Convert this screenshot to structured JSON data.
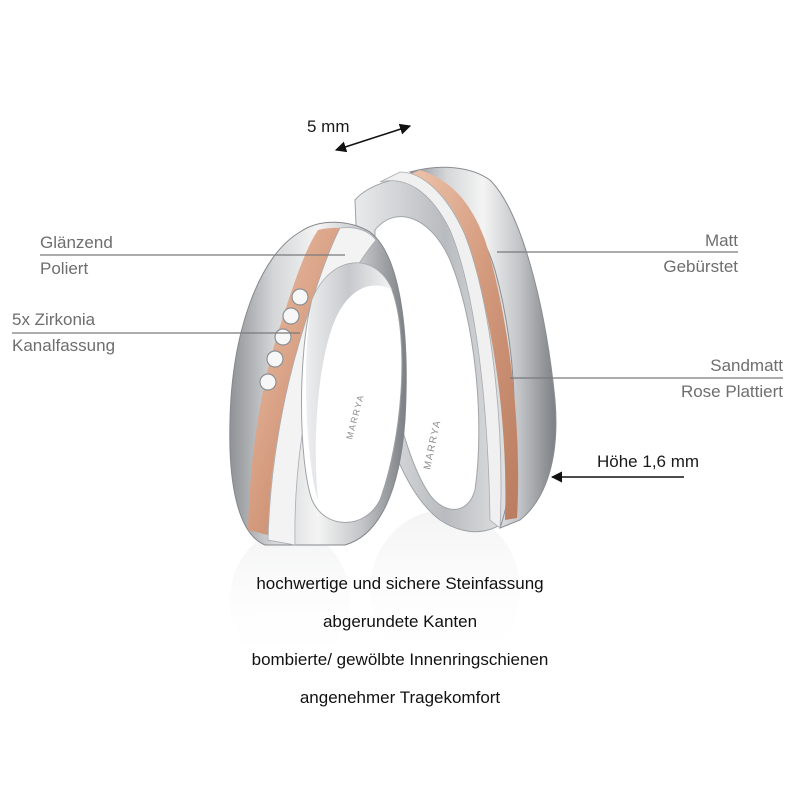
{
  "annotations": {
    "width": "5 mm",
    "height": "Höhe 1,6 mm",
    "finish_left_1": "Glänzend",
    "finish_left_2": "Poliert",
    "stones_1": "5x Zirkonia",
    "stones_2": "Kanalfassung",
    "finish_right_1": "Matt",
    "finish_right_2": "Gebürstet",
    "groove_1": "Sandmatt",
    "groove_2": "Rose Plattiert"
  },
  "engraving": "MARRYA",
  "features": [
    "hochwertige und sichere Steinfassung",
    "abgerundete Kanten",
    "bombierte/ gewölbte Innenringschienen",
    "angenehmer Tragekomfort"
  ],
  "colors": {
    "silver": "#c9cbce",
    "rose": "#d9a387",
    "text_gray": "#6e6e6e",
    "text_dark": "#111111"
  }
}
